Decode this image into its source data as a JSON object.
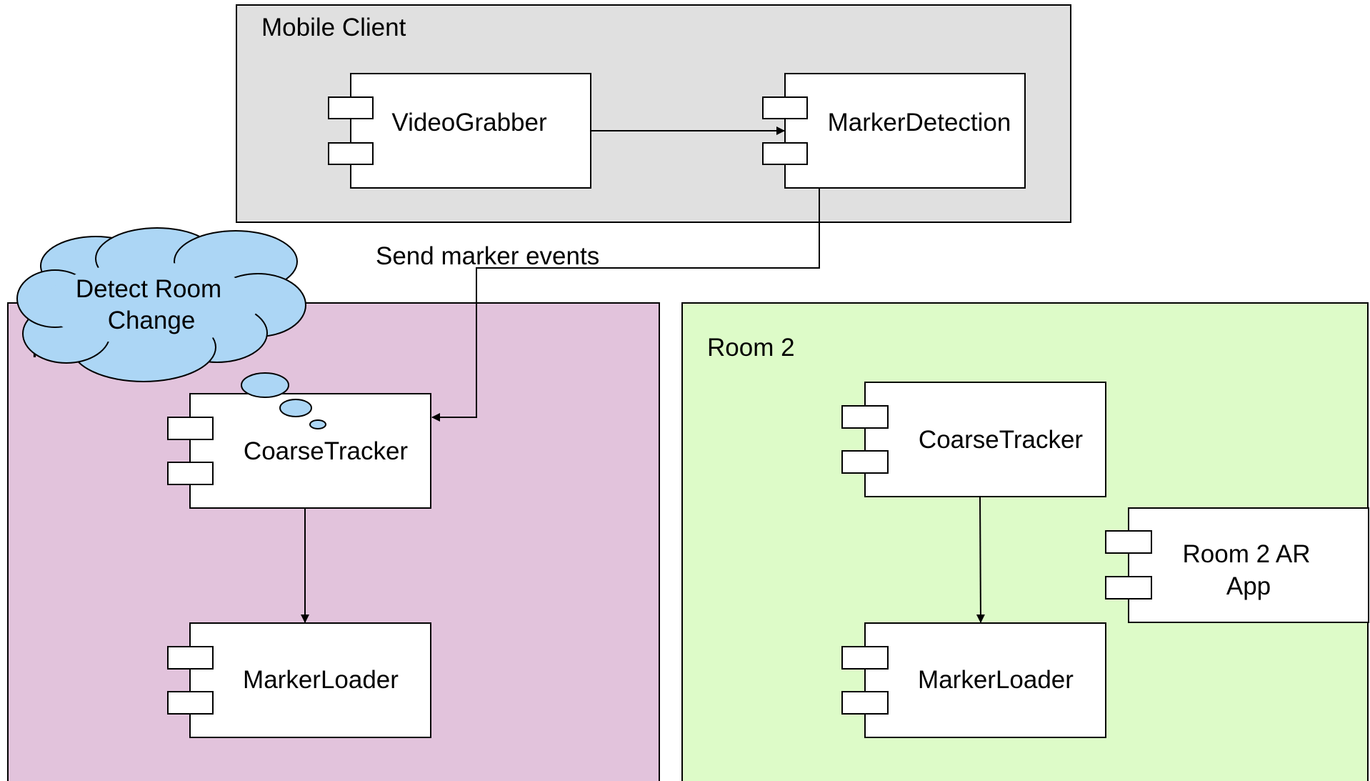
{
  "containers": {
    "mobile_client": {
      "title": "Mobile Client",
      "fill": "#e0e0e0"
    },
    "room1": {
      "title": "R",
      "fill": "#e2c3dc"
    },
    "room2": {
      "title": "Room 2",
      "fill": "#ddfbc8"
    }
  },
  "components": {
    "video_grabber": "VideoGrabber",
    "marker_detection": "MarkerDetection",
    "room1_coarse_tracker": "CoarseTracker",
    "room1_marker_loader": "MarkerLoader",
    "room2_coarse_tracker": "CoarseTracker",
    "room2_marker_loader": "MarkerLoader",
    "room2_ar_app": {
      "line1": "Room 2 AR",
      "line2": "App"
    }
  },
  "edges": {
    "marker_events_label": "Send marker events"
  },
  "thought_cloud": {
    "line1": "Detect Room",
    "line2": "Change",
    "fill": "#acd6f5"
  }
}
